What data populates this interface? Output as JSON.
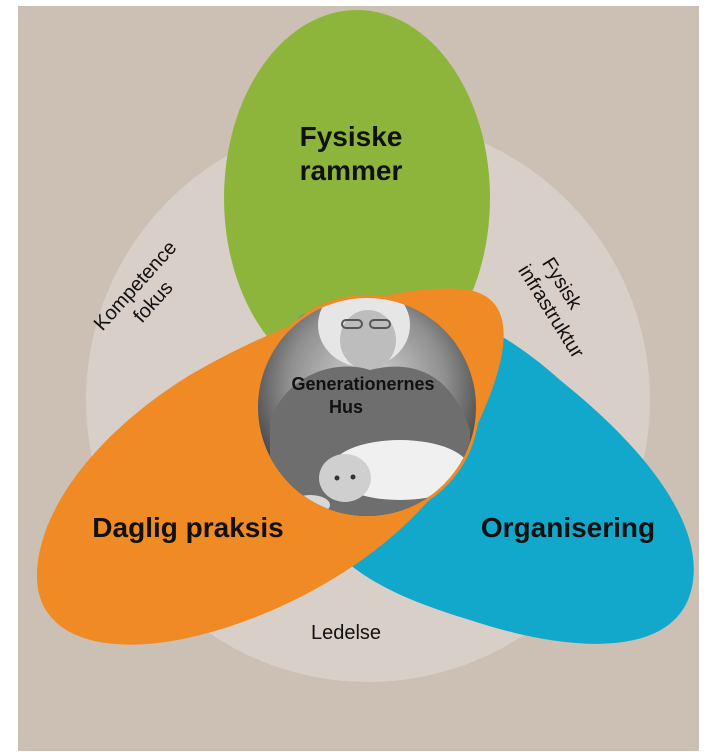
{
  "diagram": {
    "center": {
      "line1": "Generationernes",
      "line2": "Hus",
      "photo_description_icon": "photo-grandmother-baby"
    },
    "petals": {
      "top": {
        "line1": "Fysiske",
        "line2": "rammer",
        "color": "#8db53c"
      },
      "left": {
        "label": "Daglig praksis",
        "color": "#f08a24"
      },
      "right": {
        "label": "Organisering",
        "color": "#11a8cc"
      }
    },
    "ring": {
      "color": "#d9cfc9",
      "labels": {
        "top_left_line1": "Kompetence",
        "top_left_line2": "fokus",
        "top_right_line1": "Fysisk",
        "top_right_line2": "infrastruktur",
        "bottom": "Ledelse"
      }
    },
    "background_color": "#ccc0b4"
  }
}
